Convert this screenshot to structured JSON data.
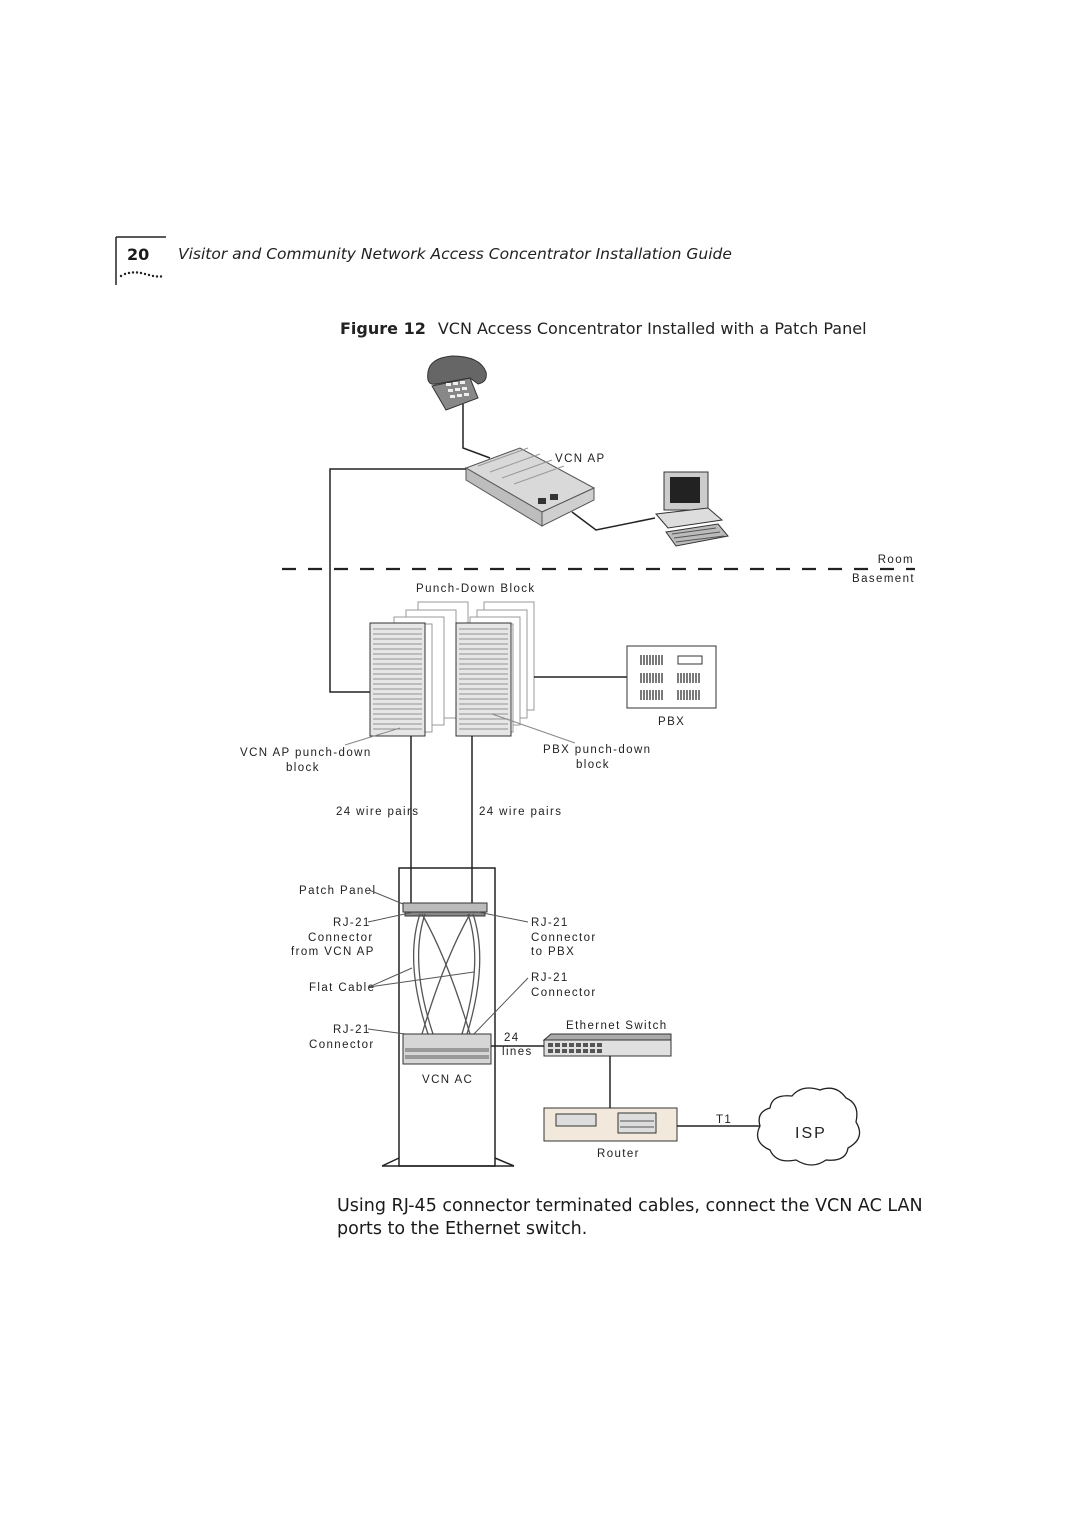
{
  "header": {
    "page_number": "20",
    "running_title": "Visitor and Community Network Access Concentrator Installation Guide"
  },
  "figure": {
    "label": "Figure 12",
    "title": "VCN Access Concentrator Installed with a Patch Panel"
  },
  "diagram": {
    "vcn_ap": "VCN AP",
    "room": "Room",
    "basement": "Basement",
    "punch_down_block": "Punch-Down Block",
    "pbx": "PBX",
    "vcn_ap_block_line1": "VCN AP punch-down",
    "vcn_ap_block_line2": "block",
    "pbx_block_line1": "PBX punch-down",
    "pbx_block_line2": "block",
    "wire_pairs_left": "24 wire pairs",
    "wire_pairs_right": "24 wire pairs",
    "patch_panel": "Patch Panel",
    "rj21_left": "RJ-21",
    "connector_left": "Connector",
    "from_vcn_ap": "from VCN AP",
    "rj21_right_top": "RJ-21",
    "connector_right_top": "Connector",
    "to_pbx": "to PBX",
    "flat_cable": "Flat Cable",
    "rj21_right_mid": "RJ-21",
    "connector_right_mid": "Connector",
    "rj21_bottom": "RJ-21",
    "connector_bottom": "Connector",
    "lines_count": "24",
    "lines_label": "lines",
    "ethernet_switch": "Ethernet Switch",
    "vcn_ac": "VCN AC",
    "t1": "T1",
    "isp": "ISP",
    "router": "Router"
  },
  "body": {
    "paragraph": "Using RJ-45 connector terminated cables, connect the VCN AC LAN ports to the Ethernet switch."
  }
}
